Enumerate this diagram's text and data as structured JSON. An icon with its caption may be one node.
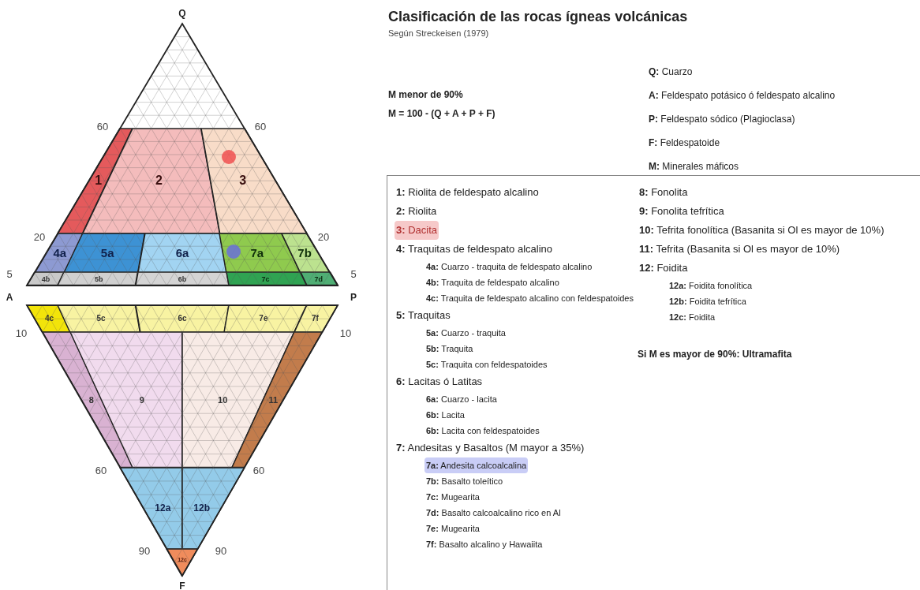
{
  "diagram": {
    "title": "Clasificación de las rocas ígneas volcánicas",
    "nodes": [
      {
        "text": [
          "1"
        ]
      },
      {
        "text": [
          "2"
        ]
      },
      {
        "text": [
          "3"
        ]
      },
      {
        "text": [
          "4a"
        ]
      },
      {
        "text": [
          "5a"
        ]
      },
      {
        "text": [
          "6a"
        ]
      },
      {
        "text": [
          "7a"
        ]
      },
      {
        "text": [
          "7b"
        ]
      },
      {
        "text": [
          "4b"
        ]
      },
      {
        "text": [
          "5b"
        ]
      },
      {
        "text": [
          "6b"
        ]
      },
      {
        "text": [
          "7c"
        ]
      },
      {
        "text": [
          "7d"
        ]
      },
      {
        "text": [
          "4c"
        ]
      },
      {
        "text": [
          "5c"
        ]
      },
      {
        "text": [
          "6c"
        ]
      },
      {
        "text": [
          "7e"
        ]
      },
      {
        "text": [
          "7f"
        ]
      },
      {
        "text": [
          "8"
        ]
      },
      {
        "text": [
          "9"
        ]
      },
      {
        "text": [
          "10"
        ]
      },
      {
        "text": [
          "11"
        ]
      },
      {
        "text": [
          "12a"
        ]
      },
      {
        "text": [
          "12b"
        ]
      },
      {
        "text": [
          "12c"
        ]
      }
    ],
    "labels": [
      "Q",
      "60",
      "60",
      "20",
      "20",
      "5",
      "5",
      "A",
      "P",
      "10",
      "10",
      "60",
      "60",
      "90",
      "90",
      "F",
      "Según Streckeisen (1979)",
      "M menor de 90%",
      "M = 100 - (Q + A + P + F)",
      "**Q:** Cuarzo",
      "**A:** Feldespato potásico ó feldespato alcalino",
      "**P:** Feldespato sódico (Plagioclasa)",
      "**F:** Feldespatoide",
      "**M:** Minerales máficos",
      "**1:** Riolita de feldespato alcalino",
      "**2:** Riolita",
      "**3:** Dacita",
      "**4:** Traquitas de feldespato alcalino",
      "**4a:** Cuarzo - traquita de feldespato alcalino",
      "**4b:** Traquita de feldespato alcalino",
      "**4c:** Traquita de feldespato alcalino con feldespatoides",
      "**5:** Traquitas",
      "**5a:** Cuarzo - traquita",
      "**5b:** Traquita",
      "**5c:** Traquita con feldespatoides",
      "**6:** Lacitas ó Latitas",
      "**6a:** Cuarzo - lacita",
      "**6b:** Lacita",
      "**6b:** Lacita con feldespatoides",
      "**7:** Andesitas y Basaltos (M mayor a 35%)",
      "**7a:** Andesita calcoalcalina",
      "**7b:** Basalto toleítico",
      "**7c:** Mugearita",
      "**7d:** Basalto calcoalcalino rico en Al",
      "**7e:** Mugearita",
      "**7f:** Basalto alcalino y Hawaiita",
      "**8:** Fonolita",
      "**9:** Fonolita tefrítica",
      "**10:** Tefrita fonolítica (Basanita si Ol es mayor de 10%)",
      "**11:** Tefrita (Basanita si Ol es mayor de 10%)",
      "**12:** Foidita",
      "**12a:** Foidita fonolítica",
      "**12b:** Foidita tefrítica",
      "**12c:** Foidita",
      "Si M es mayor de 90%: Ultramafita"
    ]
  }
}
